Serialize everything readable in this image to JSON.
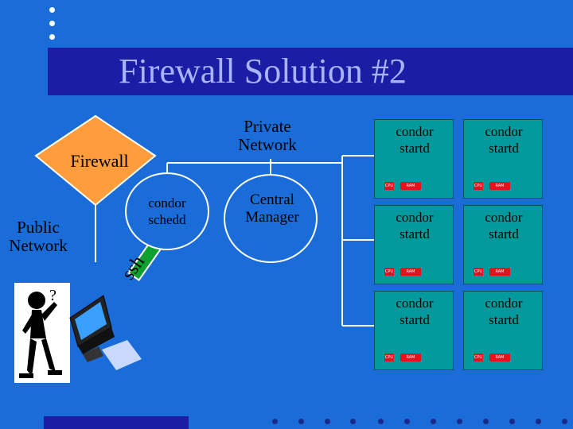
{
  "slide": {
    "title": "Firewall Solution #2"
  },
  "labels": {
    "private_network": [
      "Private",
      "Network"
    ],
    "public_network": [
      "Public",
      "Network"
    ],
    "firewall": "Firewall",
    "schedd": [
      "condor",
      "schedd"
    ],
    "central_manager": [
      "Central",
      "Manager"
    ],
    "ssh": "ssh"
  },
  "nodes": [
    {
      "line1": "condor",
      "line2": "startd",
      "cpu": "CPU",
      "ram": "RAM"
    },
    {
      "line1": "condor",
      "line2": "startd",
      "cpu": "CPU",
      "ram": "RAM"
    },
    {
      "line1": "condor",
      "line2": "startd",
      "cpu": "CPU",
      "ram": "RAM"
    },
    {
      "line1": "condor",
      "line2": "startd",
      "cpu": "CPU",
      "ram": "RAM"
    },
    {
      "line1": "condor",
      "line2": "startd",
      "cpu": "CPU",
      "ram": "RAM"
    },
    {
      "line1": "condor",
      "line2": "startd",
      "cpu": "CPU",
      "ram": "RAM"
    }
  ],
  "colors": {
    "background": "#1a6cd8",
    "title_bar": "#1b1ea4",
    "title_text": "#a8b4ff",
    "firewall": "#ff9c3c",
    "node": "#009a9c",
    "chip": "#e3121b",
    "ssh_arrow": "#10a030"
  },
  "icons": [
    "confused-user-icon",
    "computer-monitor-icon"
  ]
}
